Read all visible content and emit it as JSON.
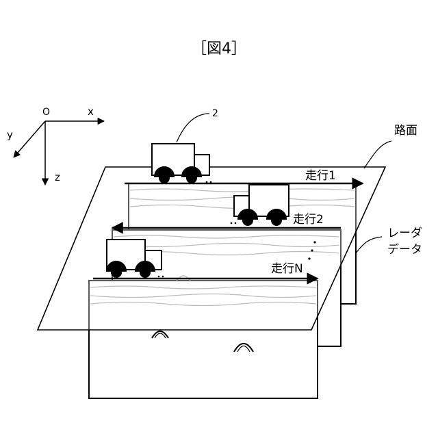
{
  "figure_label": "［図4］",
  "axes": {
    "origin": "O",
    "x": "x",
    "y": "y",
    "z": "z"
  },
  "labels": {
    "vehicle_ref": "2",
    "road_surface": "路面",
    "run_1": "走行1",
    "run_2": "走行2",
    "run_n": "走行N",
    "radar_data_line1": "レーダ",
    "radar_data_line2": "データ"
  }
}
